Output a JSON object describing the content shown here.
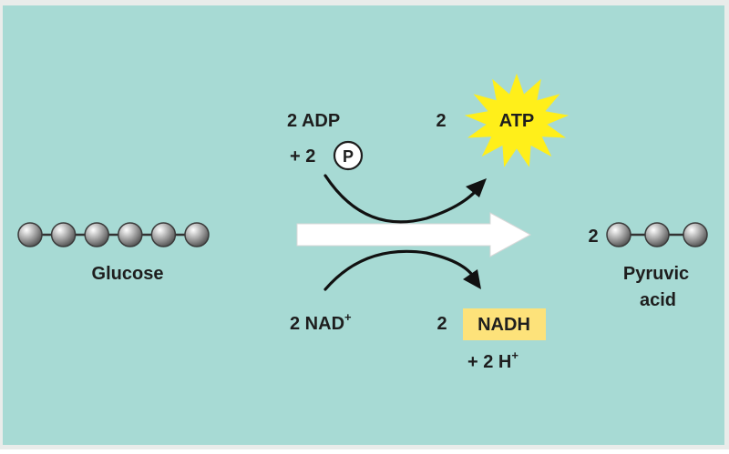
{
  "colors": {
    "background": "#a7dad4",
    "frame": "#e9ecea",
    "ink": "#1e1e1e",
    "main_arrow": "#ffffff",
    "atp_burst": "#ffef1a",
    "nadh_box": "#fde27a",
    "carbon": "#9a9a9a"
  },
  "glucose": {
    "label": "Glucose",
    "carbon_count": 6
  },
  "pyruvate": {
    "coefficient": "2",
    "label_line1": "Pyruvic",
    "label_line2": "acid",
    "carbon_count": 3
  },
  "atp_input": {
    "line1": "2 ADP",
    "line2_prefix": "+ 2",
    "phosphate_symbol": "P"
  },
  "atp_output": {
    "coefficient": "2",
    "label": "ATP"
  },
  "nad_input": {
    "text": "2 NAD",
    "superscript": "+"
  },
  "nadh_output": {
    "coefficient": "2",
    "label": "NADH"
  },
  "hydrogen": {
    "text": "+ 2 H",
    "superscript": "+"
  }
}
